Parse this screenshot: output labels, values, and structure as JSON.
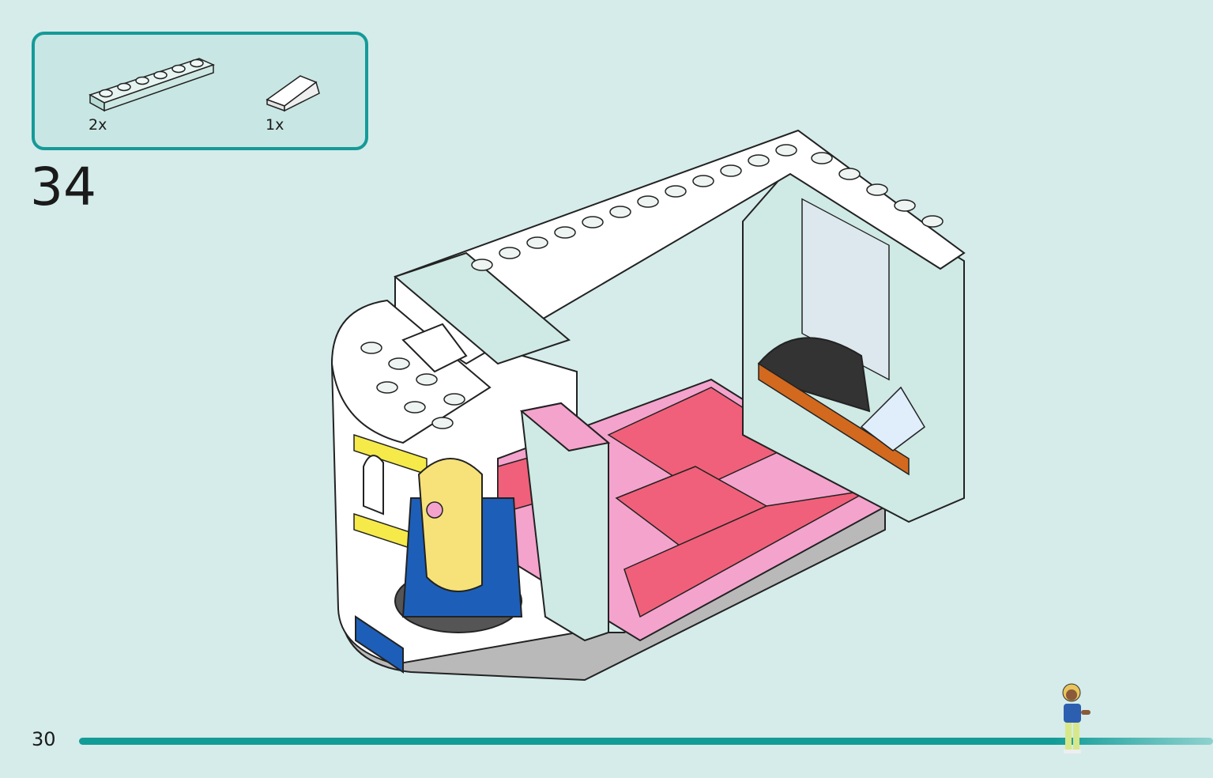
{
  "parts_list": {
    "items": [
      {
        "part": "plate-1x6-light-aqua",
        "count": "2x"
      },
      {
        "part": "slope-white",
        "count": "1x"
      }
    ]
  },
  "step": {
    "number": "34"
  },
  "page": {
    "number": "30"
  },
  "progress": {
    "fraction": 0.88
  },
  "colors": {
    "background": "#d5ecea",
    "accent": "#159a98",
    "box_fill": "#c8e6e3",
    "brick_aqua": "#cfe9e4",
    "brick_pink": "#f4a3cd",
    "brick_coral": "#f0607a",
    "brick_gray": "#9c9c9c",
    "brick_blue": "#1d5fb8",
    "brick_yellow": "#f5ea4a",
    "brick_orange": "#d2691e"
  }
}
